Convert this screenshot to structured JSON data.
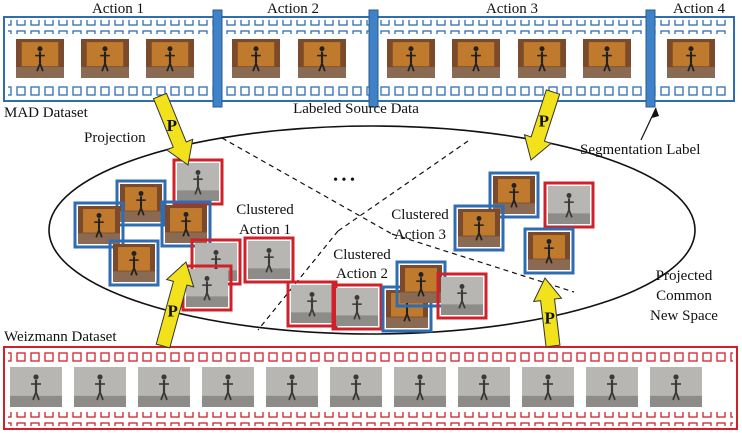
{
  "colors": {
    "blue": "#2f6db3",
    "red": "#d0202a",
    "arrow_fill": "#f2e21c",
    "arrow_stroke": "#333333",
    "wall_warm": "#c07a2e",
    "wall_gray": "#b8b6b2"
  },
  "source": {
    "actions": [
      "Action 1",
      "Action 2",
      "Action 3",
      "Action 4"
    ],
    "dataset_label": "MAD Dataset",
    "center_label": "Labeled Source Data",
    "segmentation_label": "Segmentation Label"
  },
  "target": {
    "dataset_label": "Weizmann Dataset"
  },
  "space": {
    "ellipsis": "• • •",
    "projection_label": "Projection",
    "projected_space_label": [
      "Projected",
      "Common",
      "New Space"
    ],
    "clusters": [
      {
        "lines": [
          "Clustered",
          "Action 1"
        ]
      },
      {
        "lines": [
          "Clustered",
          "Action 2"
        ]
      },
      {
        "lines": [
          "Clustered",
          "Action 3"
        ]
      }
    ]
  },
  "arrows": [
    {
      "label": "P"
    },
    {
      "label": "P"
    },
    {
      "label": "P"
    },
    {
      "label": "P"
    }
  ]
}
